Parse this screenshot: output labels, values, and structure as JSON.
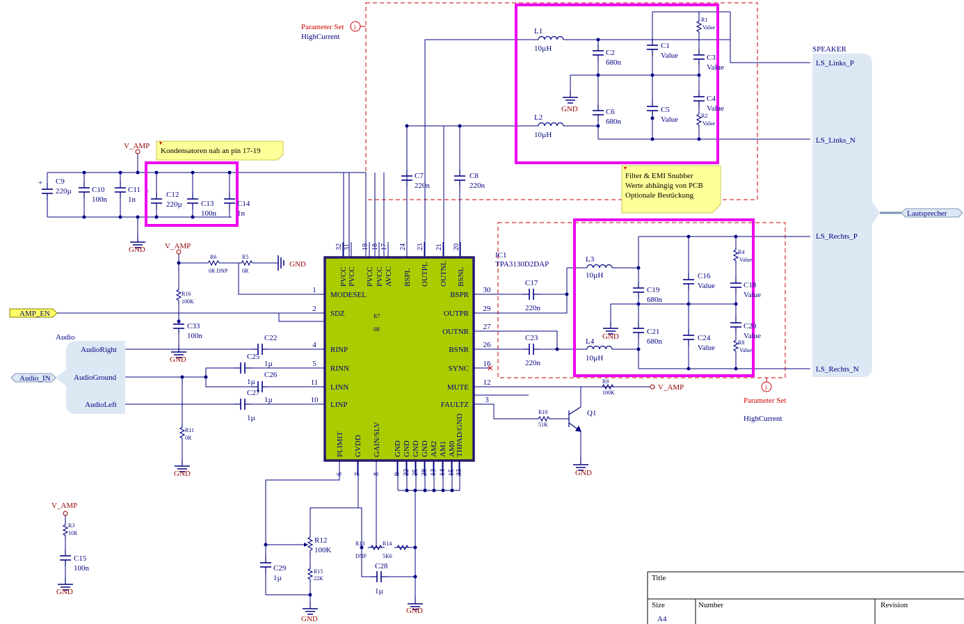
{
  "power": {
    "v_amp": "V_AMP",
    "gnd": "GND"
  },
  "notes": {
    "kondensatoren": "Kondensatoren nah an pin 17-19",
    "filter1": "Filter & EMI Snubber",
    "filter2": "Werte abhängig von PCB",
    "filter3": "Optionale Bestückung"
  },
  "params": {
    "label": "Parameter Set",
    "value": "HighCurrent"
  },
  "ic": {
    "designator": "IC1",
    "part": "TPA3130D2DAP",
    "left_pins": [
      {
        "num": "1",
        "name": "MODESEL"
      },
      {
        "num": "2",
        "name": "SDZ"
      },
      {
        "num": "4",
        "name": "RINP"
      },
      {
        "num": "5",
        "name": "RINN"
      },
      {
        "num": "11",
        "name": "LINN"
      },
      {
        "num": "10",
        "name": "LINP"
      }
    ],
    "right_pins": [
      {
        "num": "30",
        "name": "BSPR"
      },
      {
        "num": "29",
        "name": "OUTPR"
      },
      {
        "num": "27",
        "name": "OUTNR"
      },
      {
        "num": "26",
        "name": "BSNR"
      },
      {
        "num": "16",
        "name": "SYNC"
      },
      {
        "num": "12",
        "name": "MUTE"
      },
      {
        "num": "3",
        "name": "FAULTZ"
      }
    ],
    "top_pins": [
      {
        "num": "32",
        "name": "PVCC"
      },
      {
        "num": "31",
        "name": "PVCC"
      },
      {
        "num": "19",
        "name": "PVCC"
      },
      {
        "num": "18",
        "name": "PVCC"
      },
      {
        "num": "17",
        "name": "AVCC"
      },
      {
        "num": "24",
        "name": "BSPL"
      },
      {
        "num": "23",
        "name": "OUTPL"
      },
      {
        "num": "21",
        "name": "OUTNL"
      },
      {
        "num": "20",
        "name": "BSNL"
      }
    ],
    "bottom_pins": [
      {
        "num": "6",
        "name": "PLIMIT"
      },
      {
        "num": "7",
        "name": "GVDD"
      },
      {
        "num": "8",
        "name": "GAIN/SLV"
      },
      {
        "num": "9",
        "name": "GND"
      },
      {
        "num": "22",
        "name": "GND"
      },
      {
        "num": "25",
        "name": "GND"
      },
      {
        "num": "28",
        "name": "GND"
      },
      {
        "num": "13",
        "name": "AM2"
      },
      {
        "num": "14",
        "name": "AM1"
      },
      {
        "num": "15",
        "name": "AM0"
      },
      {
        "num": "33",
        "name": "THPAD/GND"
      }
    ]
  },
  "components": [
    {
      "ref": "C9",
      "value": "220µ"
    },
    {
      "ref": "C10",
      "value": "100n"
    },
    {
      "ref": "C11",
      "value": "1n"
    },
    {
      "ref": "C12",
      "value": "220µ"
    },
    {
      "ref": "C13",
      "value": "100n"
    },
    {
      "ref": "C14",
      "value": "1n"
    },
    {
      "ref": "R6",
      "value": "0R DNP"
    },
    {
      "ref": "R5",
      "value": "0R"
    },
    {
      "ref": "R16",
      "value": "100K"
    },
    {
      "ref": "C33",
      "value": "100n"
    },
    {
      "ref": "R7",
      "value": "0R"
    },
    {
      "ref": "C22",
      "value": "1µ"
    },
    {
      "ref": "C25",
      "value": "1µ"
    },
    {
      "ref": "C26",
      "value": "1µ"
    },
    {
      "ref": "C27",
      "value": "1µ"
    },
    {
      "ref": "R11",
      "value": "0R"
    },
    {
      "ref": "R3",
      "value": "10R"
    },
    {
      "ref": "C15",
      "value": "100n"
    },
    {
      "ref": "R12",
      "value": "100K"
    },
    {
      "ref": "R15",
      "value": "22K"
    },
    {
      "ref": "C29",
      "value": "1µ"
    },
    {
      "ref": "R13",
      "value": "DNP"
    },
    {
      "ref": "R14",
      "value": "5K6"
    },
    {
      "ref": "C28",
      "value": "1µ"
    },
    {
      "ref": "C7",
      "value": "220n"
    },
    {
      "ref": "C8",
      "value": "220n"
    },
    {
      "ref": "L1",
      "value": "10µH"
    },
    {
      "ref": "L2",
      "value": "10µH"
    },
    {
      "ref": "C2",
      "value": "680n"
    },
    {
      "ref": "C6",
      "value": "680n"
    },
    {
      "ref": "C1",
      "value": "Value"
    },
    {
      "ref": "C5",
      "value": "Value"
    },
    {
      "ref": "C3",
      "value": "Value"
    },
    {
      "ref": "C4",
      "value": "Value"
    },
    {
      "ref": "R1",
      "value": "Value"
    },
    {
      "ref": "R2",
      "value": "Value"
    },
    {
      "ref": "C17",
      "value": "220n"
    },
    {
      "ref": "C23",
      "value": "220n"
    },
    {
      "ref": "L3",
      "value": "10µH"
    },
    {
      "ref": "L4",
      "value": "10µH"
    },
    {
      "ref": "C19",
      "value": "680n"
    },
    {
      "ref": "C21",
      "value": "680n"
    },
    {
      "ref": "C16",
      "value": "Value"
    },
    {
      "ref": "C24",
      "value": "Value"
    },
    {
      "ref": "C18",
      "value": "Value"
    },
    {
      "ref": "C20",
      "value": "Value"
    },
    {
      "ref": "R4",
      "value": "Value"
    },
    {
      "ref": "R8",
      "value": "Value"
    },
    {
      "ref": "R9",
      "value": "100K"
    },
    {
      "ref": "R10",
      "value": "51K"
    },
    {
      "ref": "Q1",
      "value": ""
    }
  ],
  "nets": {
    "amp_en": "AMP_EN",
    "audio_in": "Audio_IN",
    "lautsprecher": "Lautsprecher",
    "ls_links_p": "LS_Links_P",
    "ls_links_n": "LS_Links_N",
    "ls_rechts_p": "LS_Rechts_P",
    "ls_rechts_n": "LS_Rechts_N"
  },
  "harness": {
    "audio_title": "Audio",
    "audio_right": "AudioRight",
    "audio_ground": "AudioGround",
    "audio_left": "AudioLeft",
    "speaker_title": "SPEAKER"
  },
  "titleblock": {
    "title": "Title",
    "size": "Size",
    "size_value": "A4",
    "number": "Number",
    "revision": "Revision"
  },
  "colors": {
    "wire": "#000080",
    "ic_fill": "#aacc00",
    "ic_border": "#2a1a6e",
    "highlight": "#ee00ee",
    "param_red": "#cc0000",
    "note_bg": "#ffff99",
    "harness_bg": "#dde8f4"
  }
}
